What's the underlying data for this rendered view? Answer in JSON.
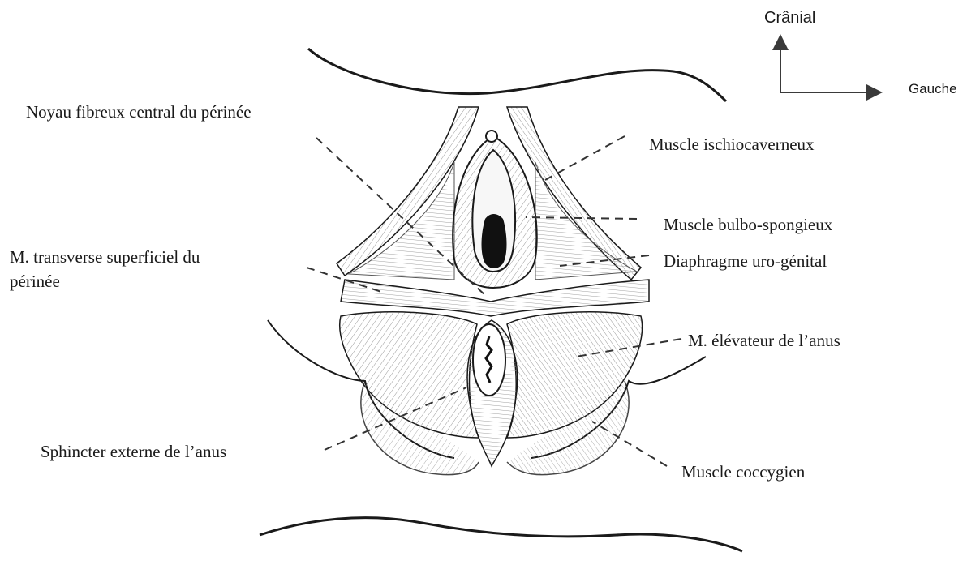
{
  "orientation": {
    "vertical_label": "Crânial",
    "horizontal_label": "Gauche",
    "arrow_color": "#3a3a3a"
  },
  "labels": {
    "noyau_fibreux": "Noyau fibreux central du périnée",
    "ischiocaverneux": "Muscle ischiocaverneux",
    "bulbo_spongieux": "Muscle bulbo-spongieux",
    "diaphragme": "Diaphragme uro-génital",
    "transverse_line1": "M. transverse superficiel du",
    "transverse_line2": "périnée",
    "elevateur": "M. élévateur de l’anus",
    "sphincter": "Sphincter externe de l’anus",
    "coccygien": "Muscle coccygien"
  },
  "colors": {
    "ink": "#1a1a1a",
    "muscle_fill": "#efefef",
    "leader_line": "#333333"
  }
}
